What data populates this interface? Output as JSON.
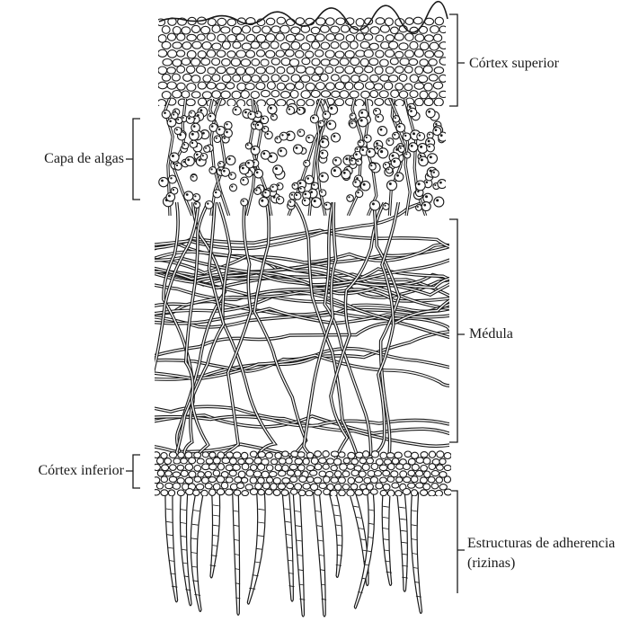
{
  "labels": {
    "upper_cortex": "Córtex superior",
    "algal_layer": "Capa de algas",
    "medulla": "Médula",
    "lower_cortex": "Córtex inferior",
    "rhizines": "Estructuras de adherencia (rizinas)"
  },
  "colors": {
    "ink": "#1a1a1a",
    "paper": "#ffffff"
  }
}
